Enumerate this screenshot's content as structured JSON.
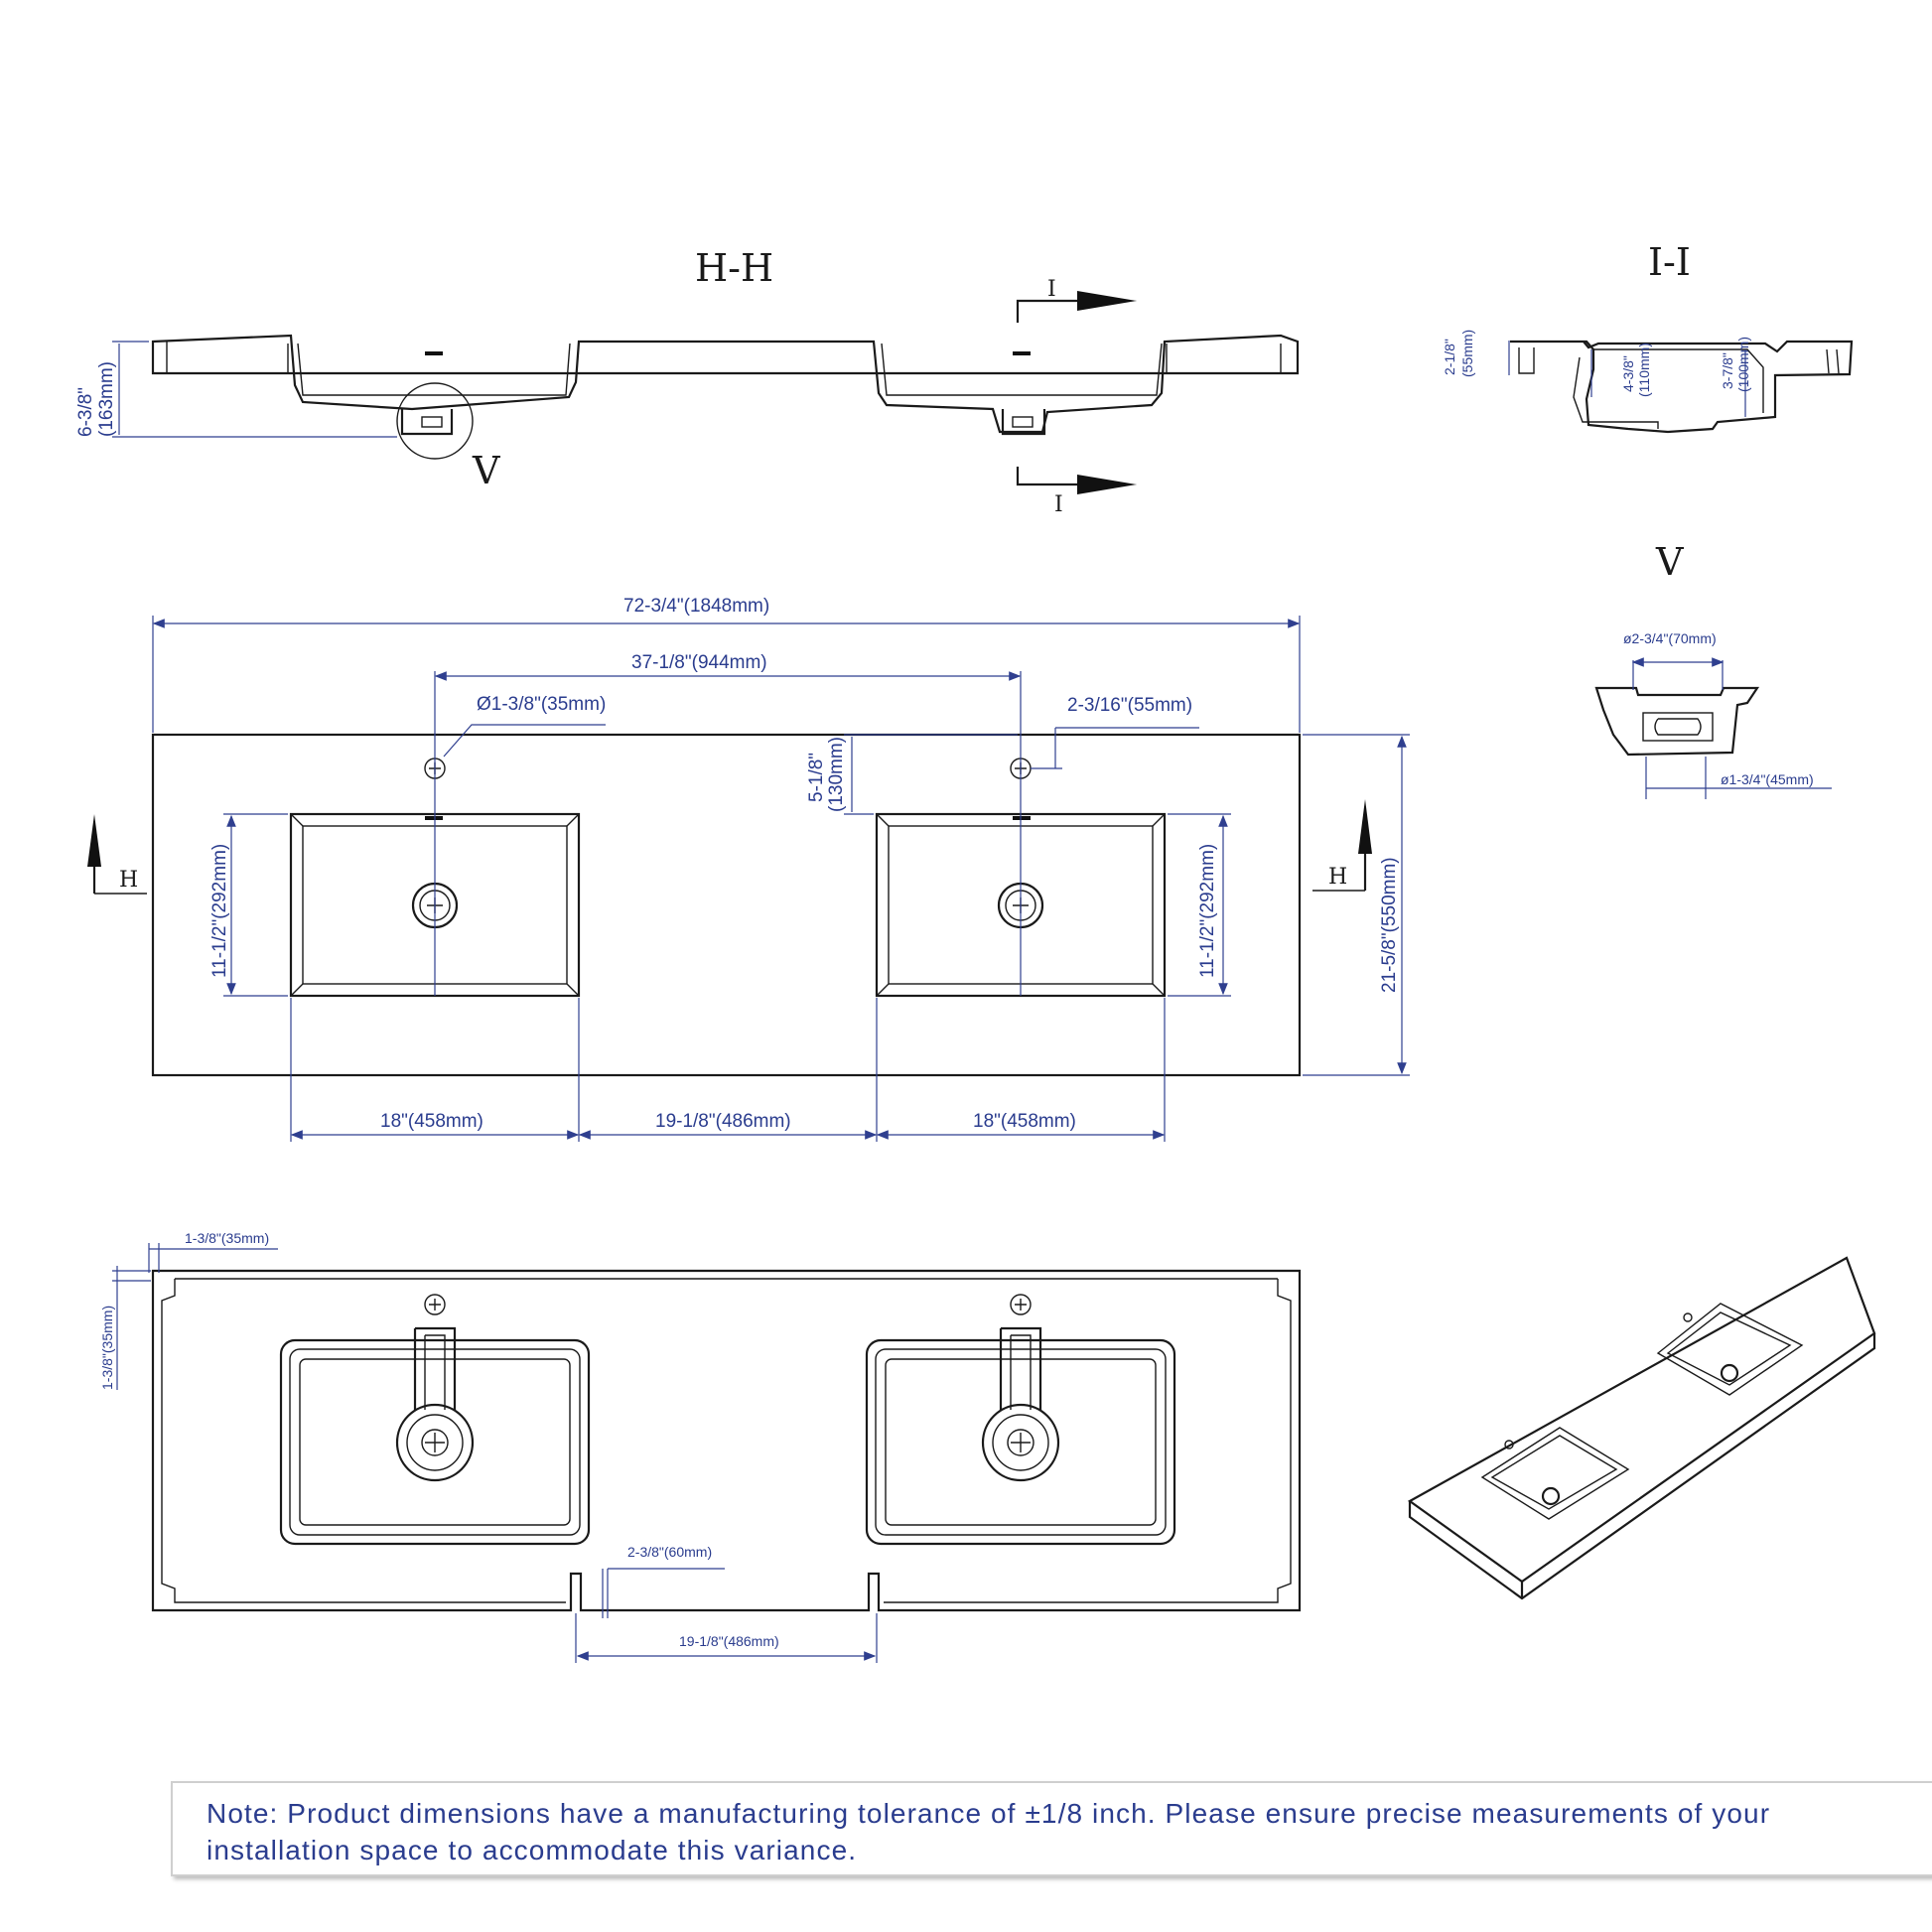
{
  "views": {
    "section_hh": "H-H",
    "section_ii": "I-I",
    "detail_v": "V",
    "cut_i_top": "I",
    "cut_i_bottom": "I",
    "cut_h_left": "H",
    "cut_h_right": "H",
    "detail_callout": "V"
  },
  "dimensions": {
    "overall_width": "72-3/4\"(1848mm)",
    "faucet_spacing": "37-1/8\"(944mm)",
    "faucet_hole": "Ø1-3/8\"(35mm)",
    "faucet_offset": "2-3/16\"(55mm)",
    "faucet_setback": "5-1/8\"",
    "faucet_setback_mm": "(130mm)",
    "bowl_depth_left": "11-1/2\"(292mm)",
    "bowl_depth_right": "11-1/2\"(292mm)",
    "overall_depth": "21-5/8\"(550mm)",
    "bowl_width_left": "18\"(458mm)",
    "bowl_gap": "19-1/8\"(486mm)",
    "bowl_width_right": "18\"(458mm)",
    "section_height": "6-3/8\"",
    "section_height_mm": "(163mm)",
    "ii_height": "2-1/8\"",
    "ii_height_mm": "(55mm)",
    "ii_bowl_depth": "4-3/8\"",
    "ii_bowl_depth_mm": "(110mm)",
    "ii_bowl_depth2": "3-7/8\"",
    "ii_bowl_depth2_mm": "(100mm)",
    "drain_top": "ø2-3/4\"(70mm)",
    "drain_bottom": "ø1-3/4\"(45mm)",
    "backsplash_top": "1-3/8\"(35mm)",
    "backsplash_side": "1-3/8\"(35mm)",
    "notch_width": "2-3/8\"(60mm)",
    "notch_spacing": "19-1/8\"(486mm)"
  },
  "note": {
    "text": "Note: Product dimensions have a manufacturing tolerance of ±1/8 inch. Please ensure precise measurements of your installation space to accommodate this variance."
  }
}
